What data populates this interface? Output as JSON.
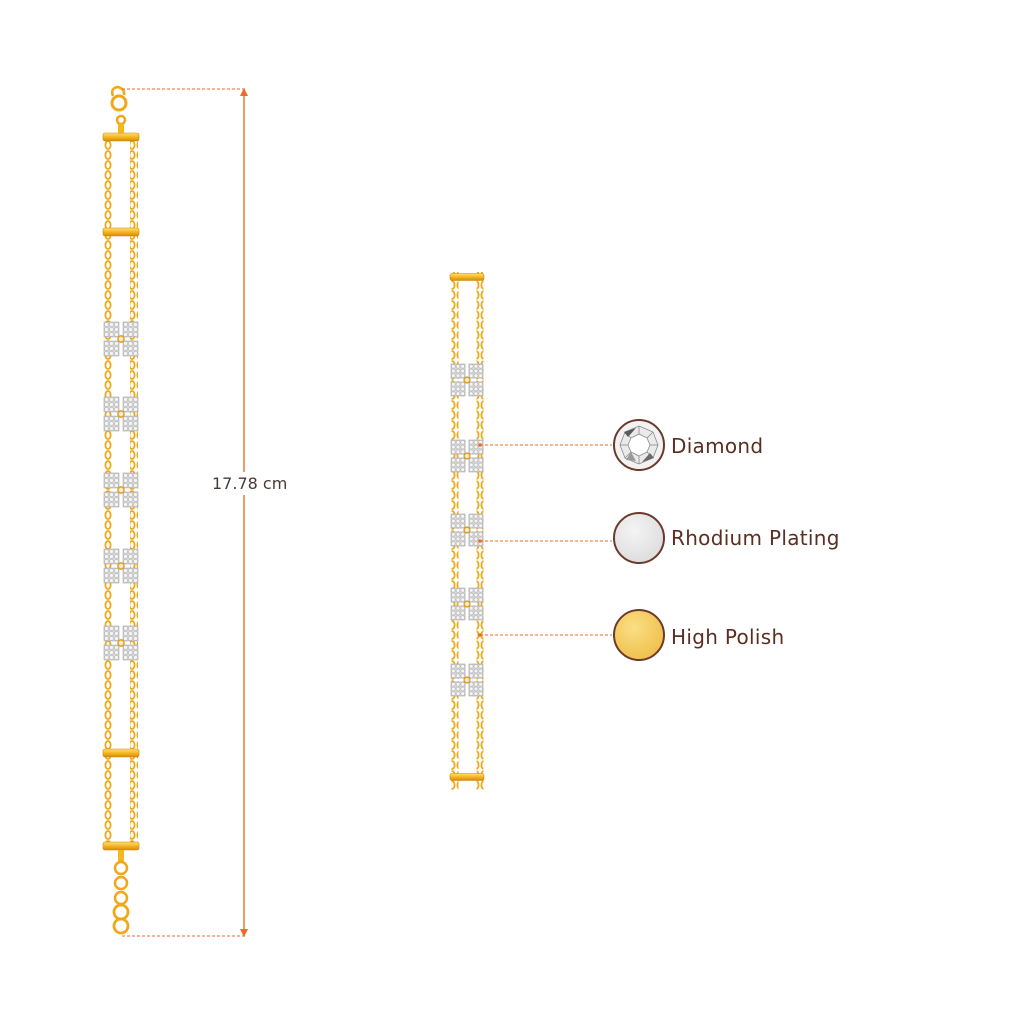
{
  "measurement": {
    "length_label": "17.78 cm"
  },
  "legend": {
    "items": [
      {
        "key": "diamond",
        "label": "Diamond",
        "swatch_color": "#f2f2f2"
      },
      {
        "key": "rhodium",
        "label": "Rhodium Plating",
        "swatch_color": "#e6e6e6"
      },
      {
        "key": "polish",
        "label": "High Polish",
        "swatch_color": "#f3c95c"
      }
    ]
  },
  "colors": {
    "gold": "#f6b61e",
    "gold_dark": "#d48a10",
    "gold_light": "#fde07a",
    "silver": "#d8d8d8",
    "leader_line": "#ee6a2a",
    "swatch_border": "#6b3a2c",
    "text": "#5a2e22"
  }
}
